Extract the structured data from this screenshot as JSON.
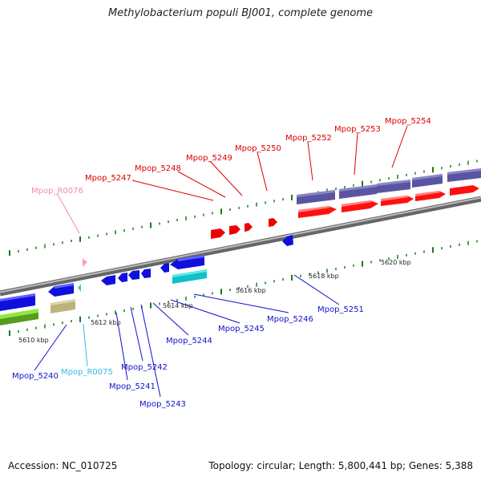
{
  "title": "Methylobacterium populi BJ001, complete genome",
  "footer": {
    "accession": "Accession: NC_010725",
    "summary": "Topology: circular; Length: 5,800,441 bp; Genes: 5,388"
  },
  "colors": {
    "red": "#ee0000",
    "blue": "#1010dd",
    "purple": "#4a4690",
    "cyan": "#20c8c8",
    "pink": "#ff99cc",
    "olive": "#bdb37a",
    "green": "#8ee840",
    "backbone": "#888888",
    "tick": "#1a7a1a"
  },
  "ticks": [
    "5610 kbp",
    "5612 kbp",
    "5614 kbp",
    "5616 kbp",
    "5618 kbp",
    "5620 kbp"
  ],
  "genes_top": [
    {
      "name": "Mpop_R0076",
      "color": "#f088bb"
    },
    {
      "name": "Mpop_5247",
      "color": "#dd0000"
    },
    {
      "name": "Mpop_5248",
      "color": "#dd0000"
    },
    {
      "name": "Mpop_5249",
      "color": "#dd0000"
    },
    {
      "name": "Mpop_5250",
      "color": "#dd0000"
    },
    {
      "name": "Mpop_5252",
      "color": "#dd0000"
    },
    {
      "name": "Mpop_5253",
      "color": "#dd0000"
    },
    {
      "name": "Mpop_5254",
      "color": "#dd0000"
    }
  ],
  "genes_bottom": [
    {
      "name": "Mpop_5240",
      "color": "#1010cc"
    },
    {
      "name": "Mpop_R0075",
      "color": "#33bbdd"
    },
    {
      "name": "Mpop_5241",
      "color": "#1010cc"
    },
    {
      "name": "Mpop_5242",
      "color": "#1010cc"
    },
    {
      "name": "Mpop_5243",
      "color": "#1010cc"
    },
    {
      "name": "Mpop_5244",
      "color": "#1010cc"
    },
    {
      "name": "Mpop_5245",
      "color": "#1010cc"
    },
    {
      "name": "Mpop_5246",
      "color": "#1010cc"
    },
    {
      "name": "Mpop_5251",
      "color": "#1010cc"
    }
  ]
}
